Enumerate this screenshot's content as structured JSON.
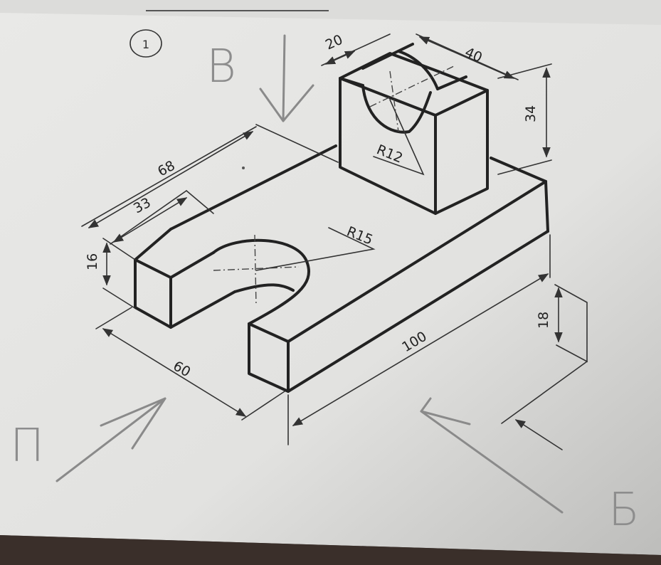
{
  "figure": {
    "number": "1",
    "view_labels": {
      "top": "B",
      "front": "П",
      "side": "Б"
    },
    "dimensions": {
      "slot_width": "20",
      "block_length": "40",
      "block_height": "34",
      "top_radius": "R12",
      "base_width": "68",
      "fork_length": "33",
      "fork_height": "16",
      "slot_radius": "R15",
      "base_depth": "60",
      "base_length": "100",
      "base_height": "18"
    }
  }
}
